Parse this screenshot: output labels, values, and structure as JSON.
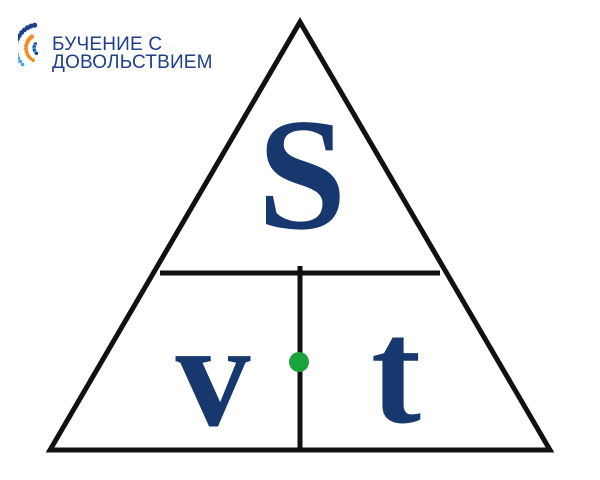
{
  "logo": {
    "line1": "БУЧЕНИЕ С",
    "line2": "ДОВОЛЬСТВИЕМ",
    "icon": "dotted-swirl-logo-icon"
  },
  "formula": {
    "top": "S",
    "bottom_left": "v",
    "bottom_right": "t",
    "operator": "green-dot"
  },
  "colors": {
    "letters": "#16386e",
    "lines": "#111111",
    "dot": "#1aa33a",
    "logo_blue": "#1d3f8c",
    "logo_orange": "#f28c28",
    "logo_lightblue": "#3fa9e0"
  }
}
